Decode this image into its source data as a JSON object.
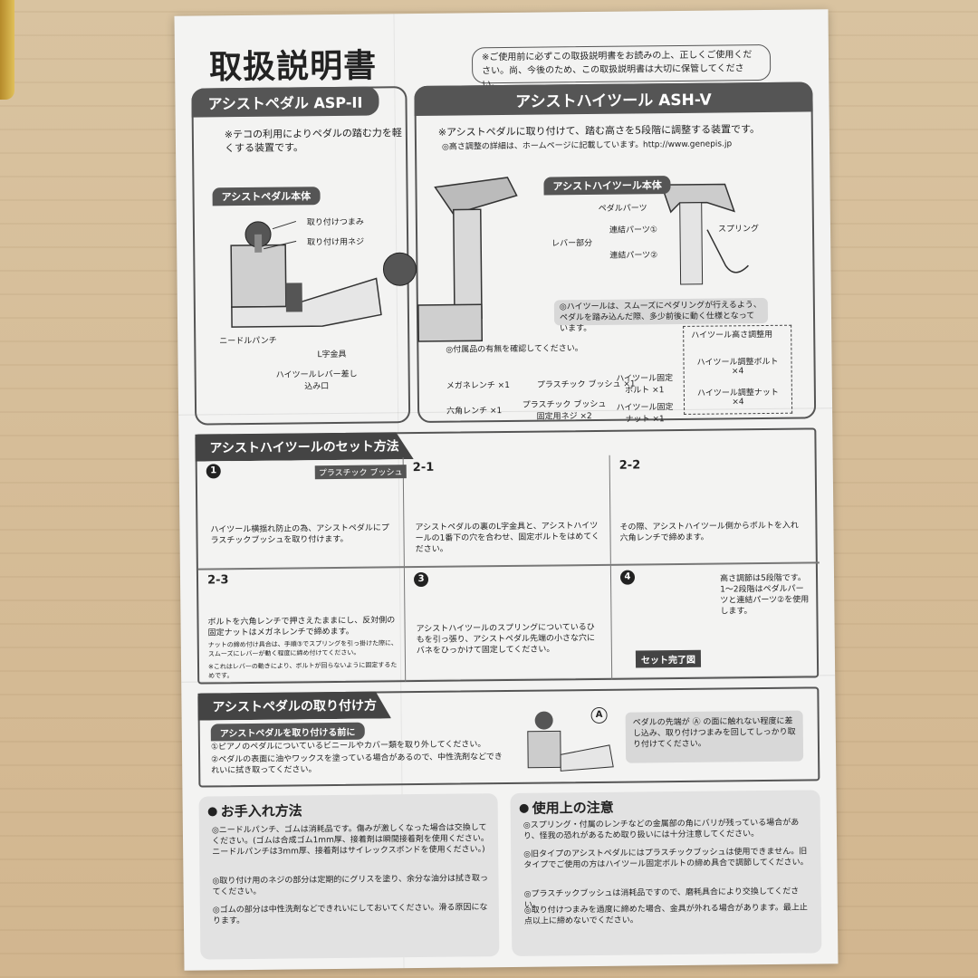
{
  "document": {
    "title": "取扱説明書",
    "notice": "※ご使用前に必ずこの取扱説明書をお読みの上、正しくご使用ください。尚、今後のため、この取扱説明書は大切に保管してください。"
  },
  "pedal_panel": {
    "tab": "アシストペダル ASP-II",
    "description": "※テコの利用によりペダルの踏む力を軽くする装置です。",
    "body_label": "アシストペダル本体",
    "labels": [
      "取り付けつまみ",
      "取り付け用ネジ",
      "ニードルパンチ",
      "L字金具",
      "ハイツールレバー差し込み口"
    ]
  },
  "hightool_panel": {
    "tab": "アシストハイツール ASH-V",
    "description": "※アシストペダルに取り付けて、踏む高さを5段階に調整する装置です。",
    "detail": "◎高さ調整の詳細は、ホームページに記載しています。",
    "url": "http://www.genepis.jp",
    "body_label": "アシストハイツール本体",
    "parts": [
      "ペダルパーツ",
      "連結パーツ①",
      "レバー部分",
      "連結パーツ②",
      "スプリング"
    ],
    "note": "◎ハイツールは、スムーズにペダリングが行えるよう、ペダルを踏み込んだ際、多少前後に動く仕様となっています。",
    "accessory_check": "◎付属品の有無を確認してください。",
    "accessories": [
      "メガネレンチ ×1",
      "プラスチック ブッシュ ×1",
      "ハイツール固定ボルト ×1",
      "六角レンチ ×1",
      "プラスチック ブッシュ固定用ネジ ×2",
      "ハイツール固定ナット ×1"
    ],
    "extra_box_title": "ハイツール高さ調整用",
    "extra": [
      "ハイツール調整ボルト ×4",
      "ハイツール調整ナット ×4"
    ]
  },
  "setup": {
    "tab": "アシストハイツールのセット方法",
    "steps": [
      {
        "num": "1",
        "label": "プラスチック ブッシュ",
        "text": "ハイツール横揺れ防止の為、アシストペダルにプラスチックブッシュを取り付けます。"
      },
      {
        "num": "2-1",
        "text": "アシストペダルの裏のL字金具と、アシストハイツールの1番下の穴を合わせ、固定ボルトをはめてください。"
      },
      {
        "num": "2-2",
        "text": "その際、アシストハイツール側からボルトを入れ六角レンチで締めます。"
      },
      {
        "num": "2-3",
        "text": "ボルトを六角レンチで押さえたままにし、反対側の固定ナットはメガネレンチで締めます。",
        "small1": "ナットの締め付け具合は、手順③でスプリングを引っ掛けた際に、スムーズにレバーが動く程度に締め付けてください。",
        "small2": "※これはレバーの動きにより、ボルトが回らないように固定するためです。"
      },
      {
        "num": "3",
        "text": "アシストハイツールのスプリングについているひもを引っ張り、アシストペダル先端の小さな穴にバネをひっかけて固定してください。"
      },
      {
        "num": "4",
        "text": "高さ調節は5段階です。1〜2段階はペダルパーツと連結パーツ②を使用します。",
        "badge": "セット完了図"
      }
    ]
  },
  "attach": {
    "tab": "アシストペダルの取り付け方",
    "before_title": "アシストペダルを取り付ける前に",
    "items": [
      "①ピアノのペダルについているビニールやカバー類を取り外してください。",
      "②ペダルの表面に油やワックスを塗っている場合があるので、中性洗剤などできれいに拭き取ってください。"
    ],
    "marker": "A",
    "note": "ペダルの先端が Ⓐ の面に触れない程度に差し込み、取り付けつまみを回してしっかり取り付けてください。"
  },
  "care": {
    "title": "お手入れ方法",
    "items": [
      "◎ニードルパンチ、ゴムは消耗品です。傷みが激しくなった場合は交換してください。(ゴムは合成ゴム1mm厚、接着剤は瞬間接着剤を使用ください。ニードルパンチは3mm厚、接着剤はサイレックスボンドを使用ください。)",
      "◎取り付け用のネジの部分は定期的にグリスを塗り、余分な油分は拭き取ってください。",
      "◎ゴムの部分は中性洗剤などできれいにしておいてください。滑る原因になります。"
    ]
  },
  "caution": {
    "title": "使用上の注意",
    "items": [
      "◎スプリング・付属のレンチなどの金属部の角にバリが残っている場合があり、怪我の恐れがあるため取り扱いには十分注意してください。",
      "◎旧タイプのアシストペダルにはプラスチックブッシュは使用できません。旧タイプでご使用の方はハイツール固定ボルトの締め具合で調節してください。",
      "◎プラスチックブッシュは消耗品ですので、磨耗具合により交換してください。",
      "◎取り付けつまみを過度に締めた場合、金具が外れる場合があります。最上止点以上に締めないでください。"
    ]
  }
}
